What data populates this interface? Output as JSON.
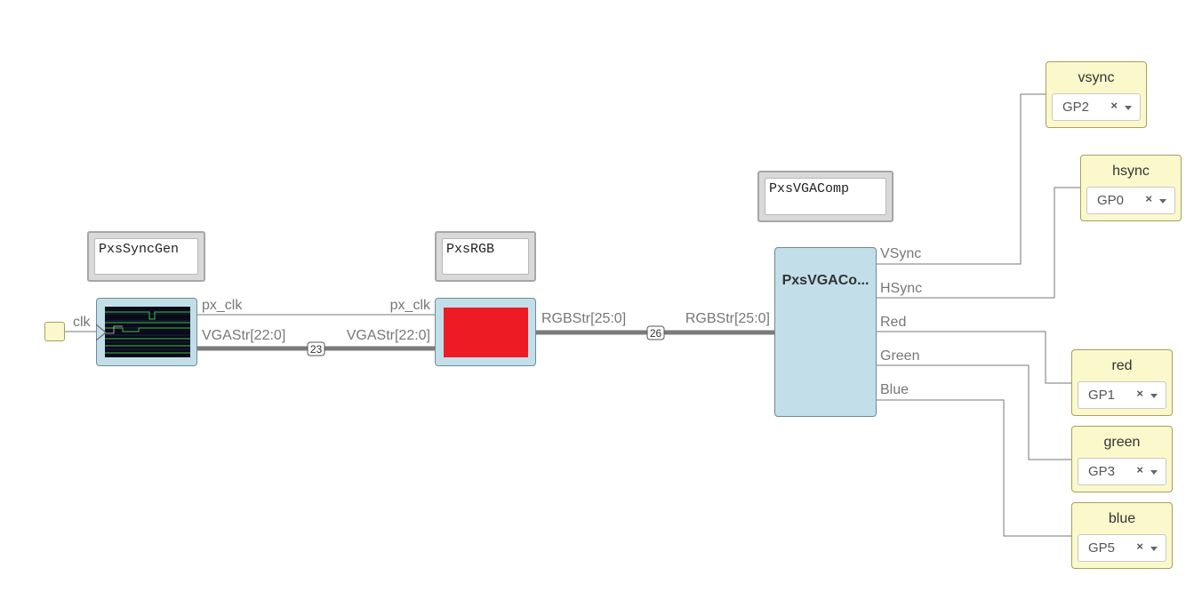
{
  "notes": {
    "syncgen": "PxsSyncGen",
    "rgb": "PxsRGB",
    "vgacomp": "PxsVGAComp"
  },
  "components": {
    "vga_title": "PxsVGACo..."
  },
  "input_port": {
    "label": "clk"
  },
  "wires": {
    "px_clk_out": "px_clk",
    "vgastr_out": "VGAStr[22:0]",
    "px_clk_in": "px_clk",
    "vgastr_in": "VGAStr[22:0]",
    "vgastr_width": "23",
    "rgbstr_out": "RGBStr[25:0]",
    "rgbstr_in": "RGBStr[25:0]",
    "rgbstr_width": "26"
  },
  "vga_outputs": {
    "vsync": "VSync",
    "hsync": "HSync",
    "red": "Red",
    "green": "Green",
    "blue": "Blue"
  },
  "pins": {
    "vsync": {
      "label": "vsync",
      "value": "GP2"
    },
    "hsync": {
      "label": "hsync",
      "value": "GP0"
    },
    "red": {
      "label": "red",
      "value": "GP1"
    },
    "green": {
      "label": "green",
      "value": "GP3"
    },
    "blue": {
      "label": "blue",
      "value": "GP5"
    }
  },
  "colors": {
    "component_fill": "#c2dfe9",
    "pin_fill": "#fbf8cc",
    "rgb_preview": "#ed1c24",
    "scope_background": "#0a0a1a",
    "scope_trace": "#3fbf3f"
  },
  "icons": {
    "clear": "×",
    "dropdown": "chevron-down-icon"
  }
}
